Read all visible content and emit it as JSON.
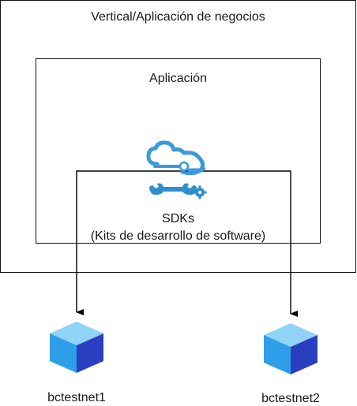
{
  "outer": {
    "title": "Vertical/Aplicación de negocios"
  },
  "inner": {
    "title": "Aplicación"
  },
  "sdk": {
    "title": "SDKs",
    "subtitle": "(Kits de desarrollo de software)"
  },
  "nodes": [
    {
      "label": "bctestnet1"
    },
    {
      "label": "bctestnet2"
    }
  ],
  "colors": {
    "cloud": "#3a9bd8",
    "tools": "#2f8fd0",
    "cube_top": "#8fd3f7",
    "cube_left": "#2f9ee8",
    "cube_right": "#2a3fbf",
    "stroke": "#000000"
  },
  "icons": {
    "sdk_cloud": "cloud-connector-icon",
    "sdk_tools": "wrench-gear-icon",
    "node": "cube-icon"
  }
}
